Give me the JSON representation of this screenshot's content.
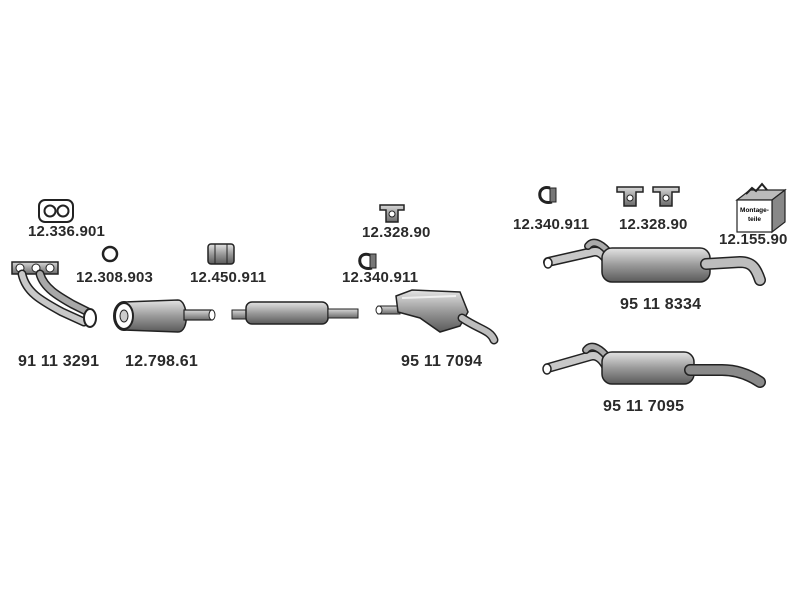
{
  "parts": [
    {
      "id": "gasket-flange",
      "number": "12.336.901",
      "icon": "flange-gasket-icon"
    },
    {
      "id": "ring-gasket",
      "number": "12.308.903",
      "icon": "ring-gasket-icon"
    },
    {
      "id": "exhaust-manifold",
      "number": "91 11 3291",
      "icon": "manifold-pipe-icon"
    },
    {
      "id": "catalytic-converter",
      "number": "12.798.61",
      "icon": "catalytic-converter-icon"
    },
    {
      "id": "pipe-clamp",
      "number": "12.450.911",
      "icon": "pipe-clamp-icon"
    },
    {
      "id": "rubber-mount-1",
      "number": "12.328.90",
      "icon": "rubber-mount-icon"
    },
    {
      "id": "clamp-1",
      "number": "12.340.911",
      "icon": "clamp-icon"
    },
    {
      "id": "middle-silencer",
      "number": "95 11 7094",
      "icon": "middle-silencer-icon"
    },
    {
      "id": "clamp-2",
      "number": "12.340.911",
      "icon": "clamp-icon"
    },
    {
      "id": "rubber-mount-2",
      "number": "12.328.90",
      "icon": "rubber-mount-pair-icon"
    },
    {
      "id": "mounting-kit",
      "number": "12.155.90",
      "icon": "mounting-kit-box-icon"
    },
    {
      "id": "rear-silencer-1",
      "number": "95 11 8334",
      "icon": "rear-silencer-icon"
    },
    {
      "id": "rear-silencer-2",
      "number": "95 11 7095",
      "icon": "rear-silencer-icon"
    }
  ],
  "kit_box_label": "Montage-teile",
  "colors": {
    "outline": "#222222",
    "fill": "#9a9a9a",
    "light": "#d0d0d0",
    "dark": "#555555",
    "text": "#2a2a2a"
  }
}
